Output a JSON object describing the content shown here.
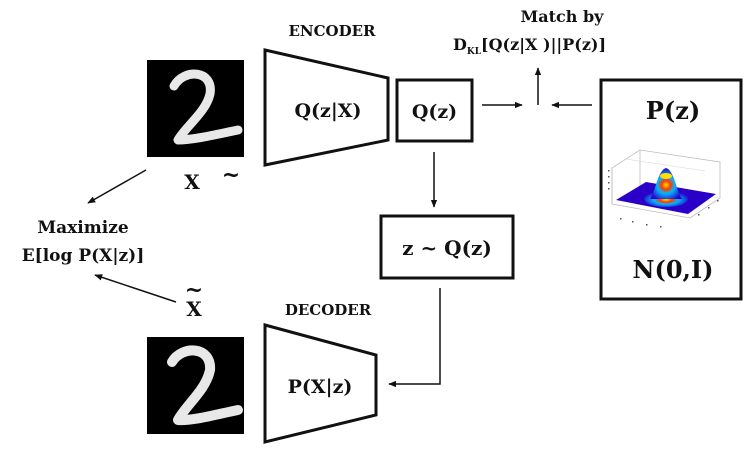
{
  "encoder": {
    "heading": "ENCODER",
    "label": "Q(z|X)"
  },
  "decoder": {
    "heading": "DECODER",
    "label": "P(X|z)"
  },
  "latent_q": {
    "label": "Q(z)"
  },
  "sample": {
    "label": "z ~ Q(z)"
  },
  "prior": {
    "label": "P(z)",
    "dist": "N(0,I)"
  },
  "match": {
    "line1": "Match by",
    "d": "D",
    "kl": "KL",
    "expr": "[Q(z|X )||P(z)]"
  },
  "objective": {
    "line1": "Maximize",
    "line2": "E[log P(X|z)]"
  },
  "input": {
    "x": "X",
    "tilde": "~"
  },
  "recon": {
    "x": "X",
    "tilde": "~"
  }
}
